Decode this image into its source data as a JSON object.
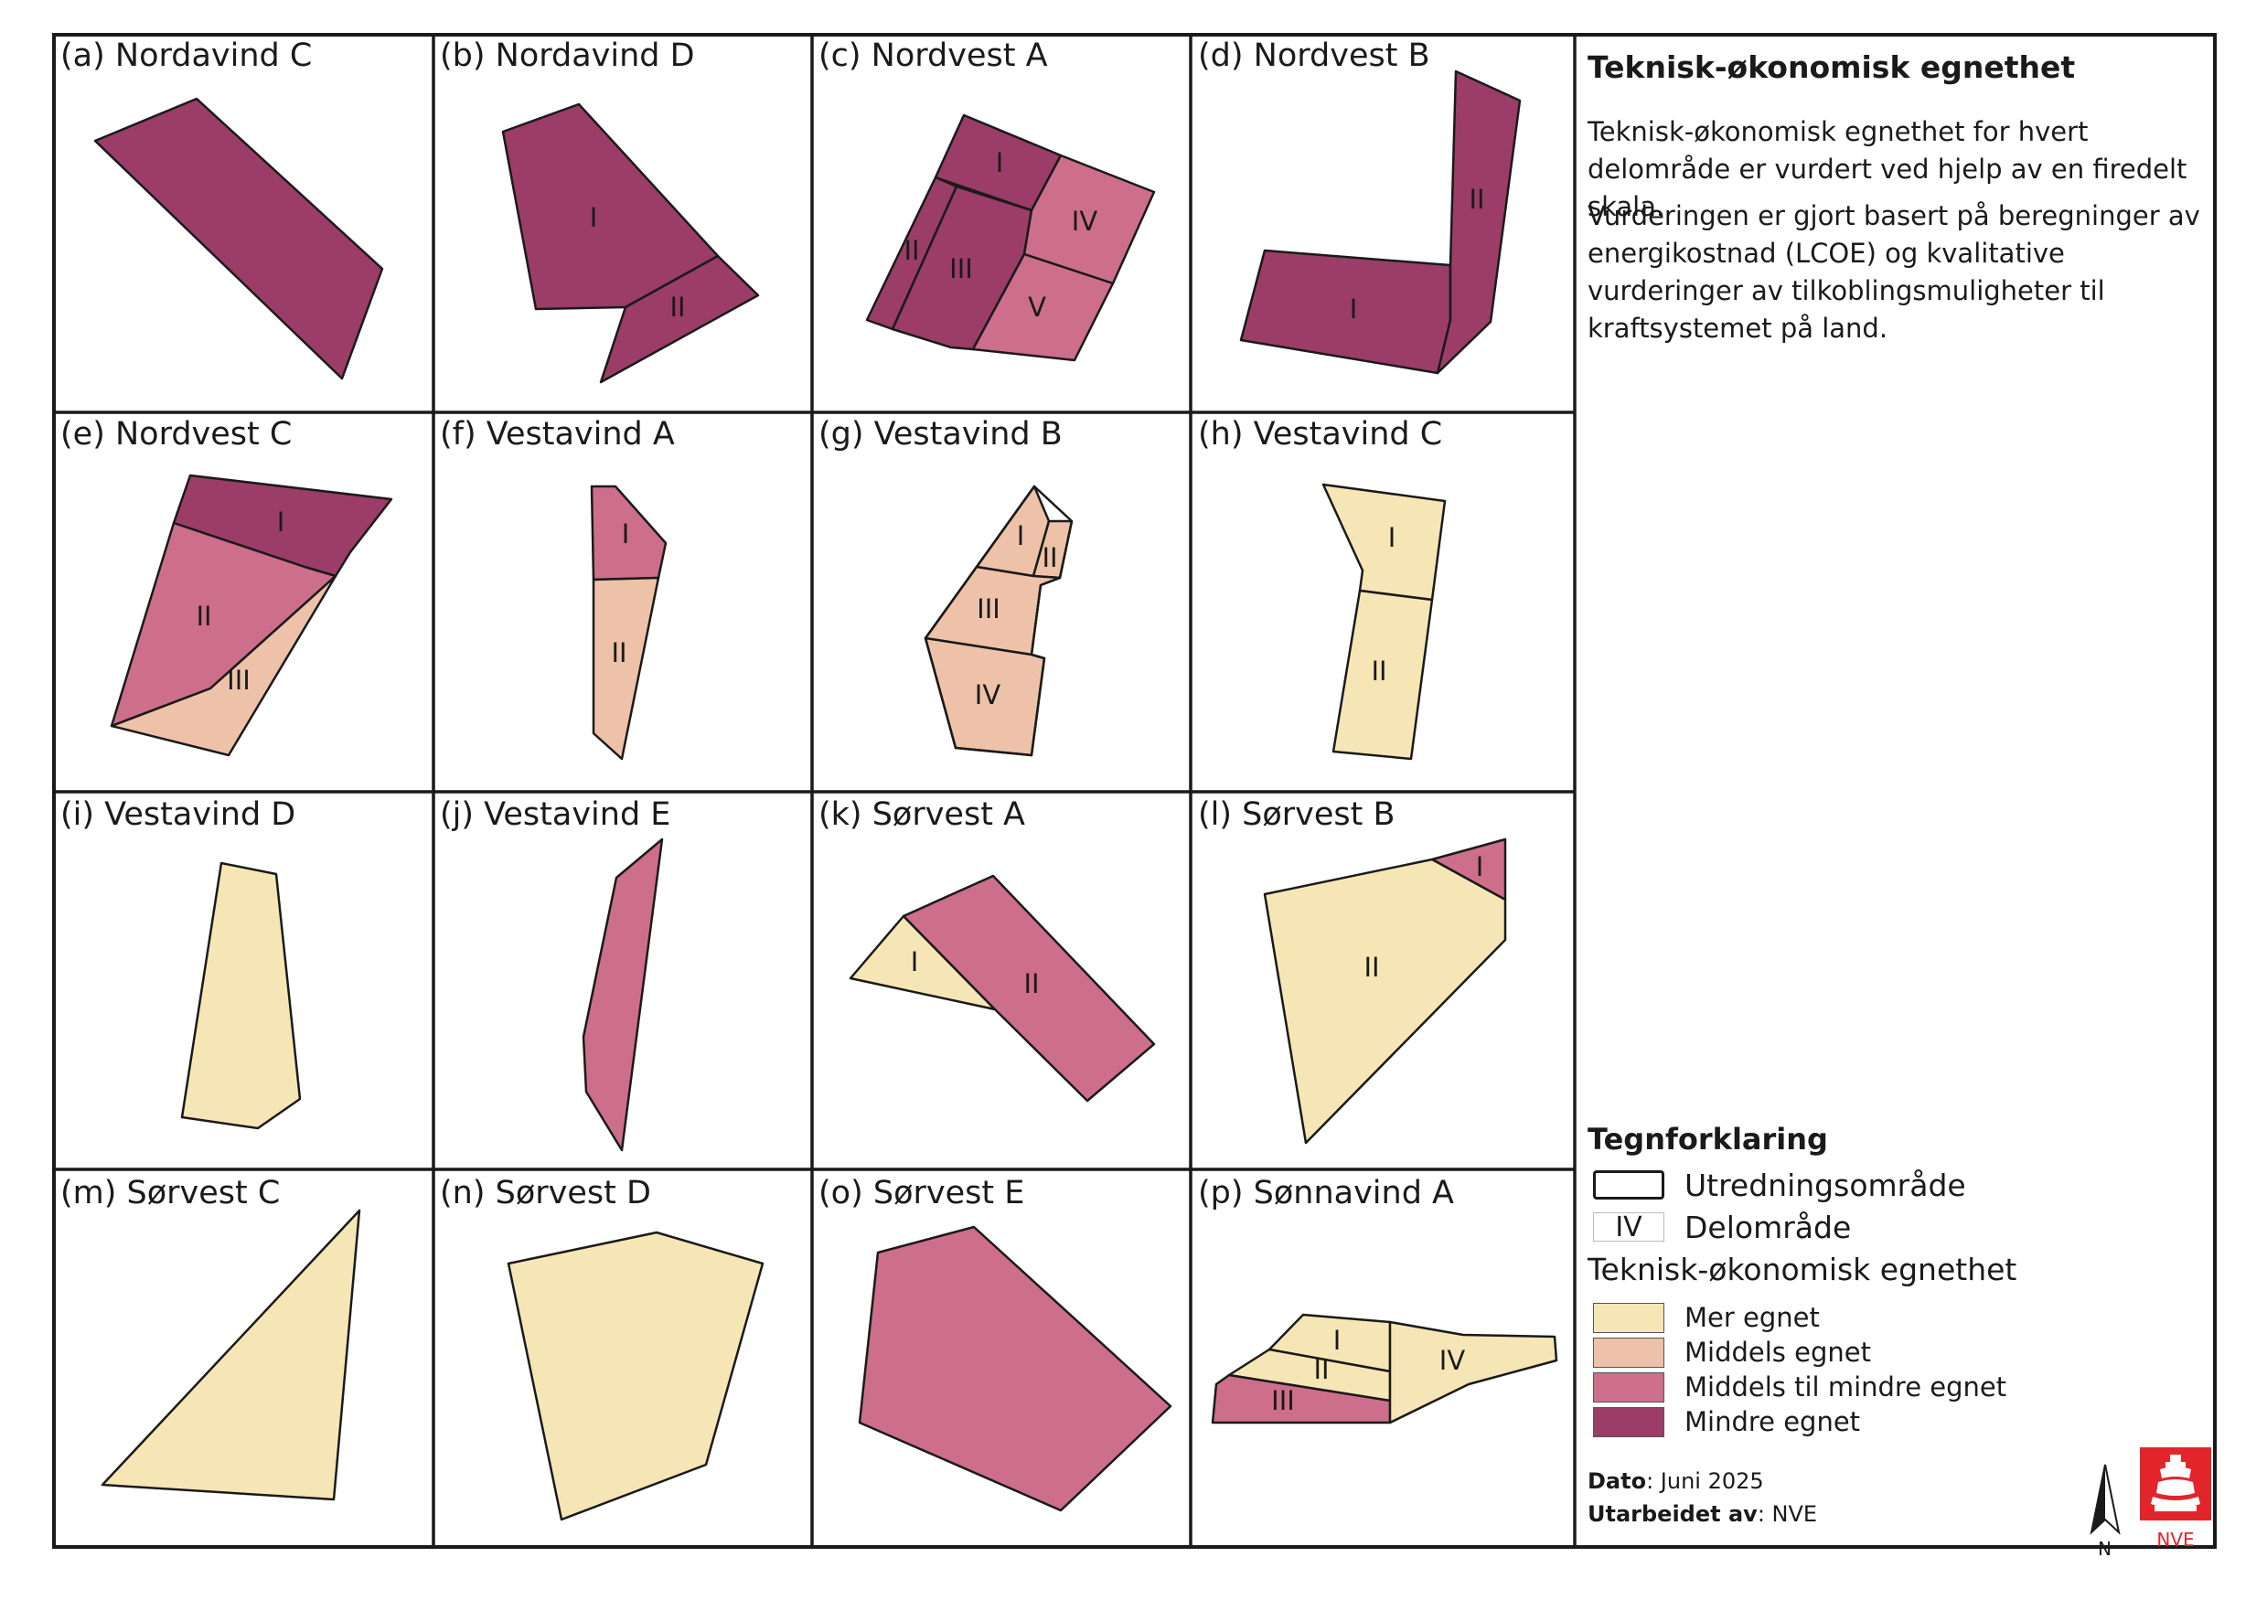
{
  "colors": {
    "mer_egnet": "#f7e6b5",
    "middels_egnet": "#edc2a8",
    "middels_til_mindre_egnet": "#cd6e8c",
    "mindre_egnet": "#9b3d68",
    "frame": "#1a1a1a"
  },
  "panels": [
    {
      "id": "a",
      "title": "(a) Nordavind C",
      "zones": [
        {
          "label": "",
          "class": "mindre_egnet"
        }
      ]
    },
    {
      "id": "b",
      "title": "(b) Nordavind D",
      "zones": [
        {
          "label": "I",
          "class": "mindre_egnet"
        },
        {
          "label": "II",
          "class": "mindre_egnet"
        }
      ]
    },
    {
      "id": "c",
      "title": "(c) Nordvest A",
      "zones": [
        {
          "label": "I",
          "class": "mindre_egnet"
        },
        {
          "label": "II",
          "class": "mindre_egnet"
        },
        {
          "label": "III",
          "class": "mindre_egnet"
        },
        {
          "label": "IV",
          "class": "middels_til_mindre_egnet"
        },
        {
          "label": "V",
          "class": "middels_til_mindre_egnet"
        }
      ]
    },
    {
      "id": "d",
      "title": "(d) Nordvest B",
      "zones": [
        {
          "label": "I",
          "class": "mindre_egnet"
        },
        {
          "label": "II",
          "class": "mindre_egnet"
        }
      ]
    },
    {
      "id": "e",
      "title": "(e) Nordvest C",
      "zones": [
        {
          "label": "I",
          "class": "mindre_egnet"
        },
        {
          "label": "II",
          "class": "middels_til_mindre_egnet"
        },
        {
          "label": "III",
          "class": "middels_egnet"
        }
      ]
    },
    {
      "id": "f",
      "title": "(f) Vestavind A",
      "zones": [
        {
          "label": "I",
          "class": "middels_til_mindre_egnet"
        },
        {
          "label": "II",
          "class": "middels_egnet"
        }
      ]
    },
    {
      "id": "g",
      "title": "(g) Vestavind B",
      "zones": [
        {
          "label": "I",
          "class": "middels_egnet"
        },
        {
          "label": "II",
          "class": "middels_egnet"
        },
        {
          "label": "III",
          "class": "middels_egnet"
        },
        {
          "label": "IV",
          "class": "middels_egnet"
        }
      ]
    },
    {
      "id": "h",
      "title": "(h) Vestavind C",
      "zones": [
        {
          "label": "I",
          "class": "mer_egnet"
        },
        {
          "label": "II",
          "class": "mer_egnet"
        }
      ]
    },
    {
      "id": "i",
      "title": "(i) Vestavind D",
      "zones": [
        {
          "label": "",
          "class": "mer_egnet"
        }
      ]
    },
    {
      "id": "j",
      "title": "(j) Vestavind E",
      "zones": [
        {
          "label": "",
          "class": "middels_til_mindre_egnet"
        }
      ]
    },
    {
      "id": "k",
      "title": "(k) Sørvest A",
      "zones": [
        {
          "label": "I",
          "class": "mer_egnet"
        },
        {
          "label": "II",
          "class": "middels_til_mindre_egnet"
        }
      ]
    },
    {
      "id": "l",
      "title": "(l) Sørvest B",
      "zones": [
        {
          "label": "I",
          "class": "middels_til_mindre_egnet"
        },
        {
          "label": "II",
          "class": "mer_egnet"
        }
      ]
    },
    {
      "id": "m",
      "title": "(m) Sørvest C",
      "zones": [
        {
          "label": "",
          "class": "mer_egnet"
        }
      ]
    },
    {
      "id": "n",
      "title": "(n) Sørvest D",
      "zones": [
        {
          "label": "",
          "class": "mer_egnet"
        }
      ]
    },
    {
      "id": "o",
      "title": "(o) Sørvest E",
      "zones": [
        {
          "label": "",
          "class": "middels_til_mindre_egnet"
        }
      ]
    },
    {
      "id": "p",
      "title": "(p) Sønnavind A",
      "zones": [
        {
          "label": "I",
          "class": "mer_egnet"
        },
        {
          "label": "II",
          "class": "mer_egnet"
        },
        {
          "label": "III",
          "class": "middels_til_mindre_egnet"
        },
        {
          "label": "IV",
          "class": "mer_egnet"
        }
      ]
    }
  ],
  "sidebar": {
    "title": "Teknisk-økonomisk egnethet",
    "paragraph1": "Teknisk-økonomisk egnethet for hvert delområde er vurdert ved hjelp av en firedelt skala.",
    "paragraph2": "Vurderingen er gjort basert på beregninger av energikostnad (LCOE) og kvalitative vurderinger av tilkoblingsmuligheter til kraftsystemet på land."
  },
  "legend": {
    "title": "Tegnforklaring",
    "utredningsomrade": "Utredningsområde",
    "delomrade_symbol": "IV",
    "delomrade": "Delområde",
    "egnethet_title": "Teknisk-økonomisk egnethet",
    "classes": [
      {
        "key": "mer_egnet",
        "label": "Mer egnet"
      },
      {
        "key": "middels_egnet",
        "label": "Middels egnet"
      },
      {
        "key": "middels_til_mindre_egnet",
        "label": "Middels til mindre egnet"
      },
      {
        "key": "mindre_egnet",
        "label": "Mindre egnet"
      }
    ]
  },
  "meta": {
    "dato_label": "Dato",
    "dato_value": ": Juni 2025",
    "utarbeidet_label": "Utarbeidet av",
    "utarbeidet_value": ": NVE"
  },
  "north_arrow": {
    "letter": "N",
    "icon": "north-arrow-icon"
  },
  "logo": {
    "text": "NVE",
    "icon": "nve-logo-icon",
    "color": "#e2252b"
  }
}
